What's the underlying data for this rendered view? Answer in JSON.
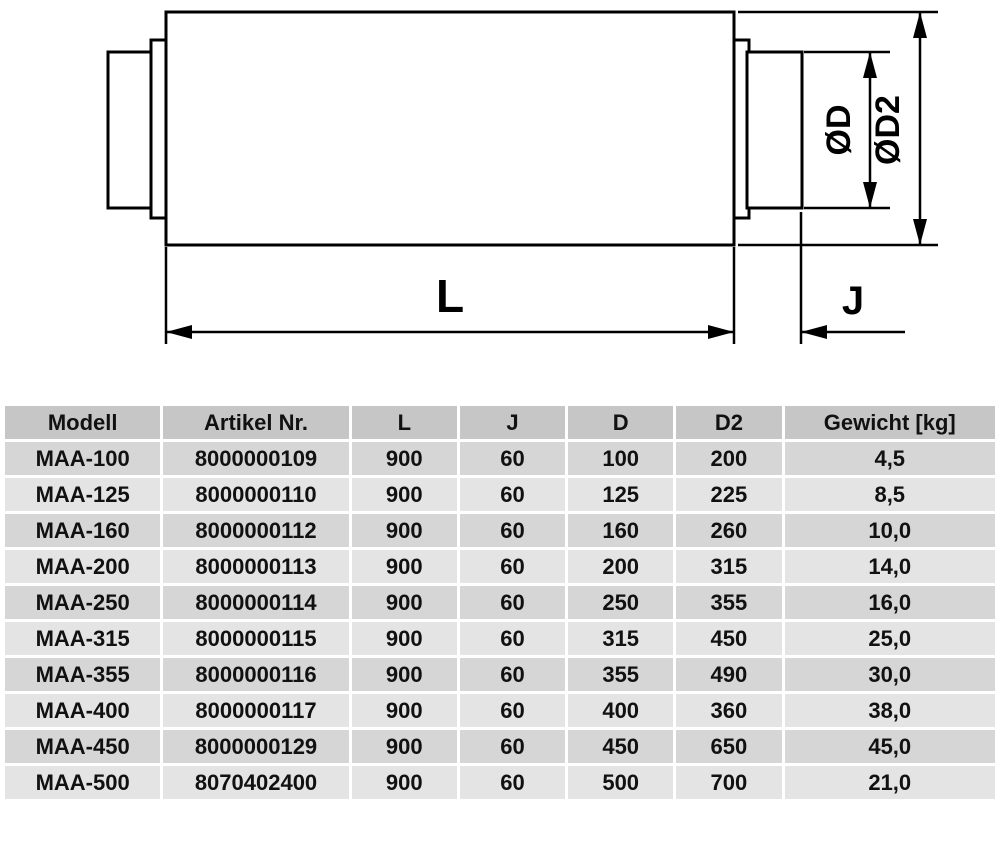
{
  "diagram": {
    "labels": {
      "length": "L",
      "connector": "J",
      "diameter_inner": "ØD",
      "diameter_outer": "ØD2"
    }
  },
  "table": {
    "headers": [
      "Modell",
      "Artikel Nr.",
      "L",
      "J",
      "D",
      "D2",
      "Gewicht [kg]"
    ],
    "rows": [
      [
        "MAA-100",
        "8000000109",
        "900",
        "60",
        "100",
        "200",
        "4,5"
      ],
      [
        "MAA-125",
        "8000000110",
        "900",
        "60",
        "125",
        "225",
        "8,5"
      ],
      [
        "MAA-160",
        "8000000112",
        "900",
        "60",
        "160",
        "260",
        "10,0"
      ],
      [
        "MAA-200",
        "8000000113",
        "900",
        "60",
        "200",
        "315",
        "14,0"
      ],
      [
        "MAA-250",
        "8000000114",
        "900",
        "60",
        "250",
        "355",
        "16,0"
      ],
      [
        "MAA-315",
        "8000000115",
        "900",
        "60",
        "315",
        "450",
        "25,0"
      ],
      [
        "MAA-355",
        "8000000116",
        "900",
        "60",
        "355",
        "490",
        "30,0"
      ],
      [
        "MAA-400",
        "8000000117",
        "900",
        "60",
        "400",
        "360",
        "38,0"
      ],
      [
        "MAA-450",
        "8000000129",
        "900",
        "60",
        "450",
        "650",
        "45,0"
      ],
      [
        "MAA-500",
        "8070402400",
        "900",
        "60",
        "500",
        "700",
        "21,0"
      ]
    ]
  },
  "colors": {
    "header_bg": "#c6c6c6",
    "row_dark": "#d6d6d6",
    "row_light": "#e4e4e4",
    "line": "#000000",
    "background": "#ffffff"
  }
}
